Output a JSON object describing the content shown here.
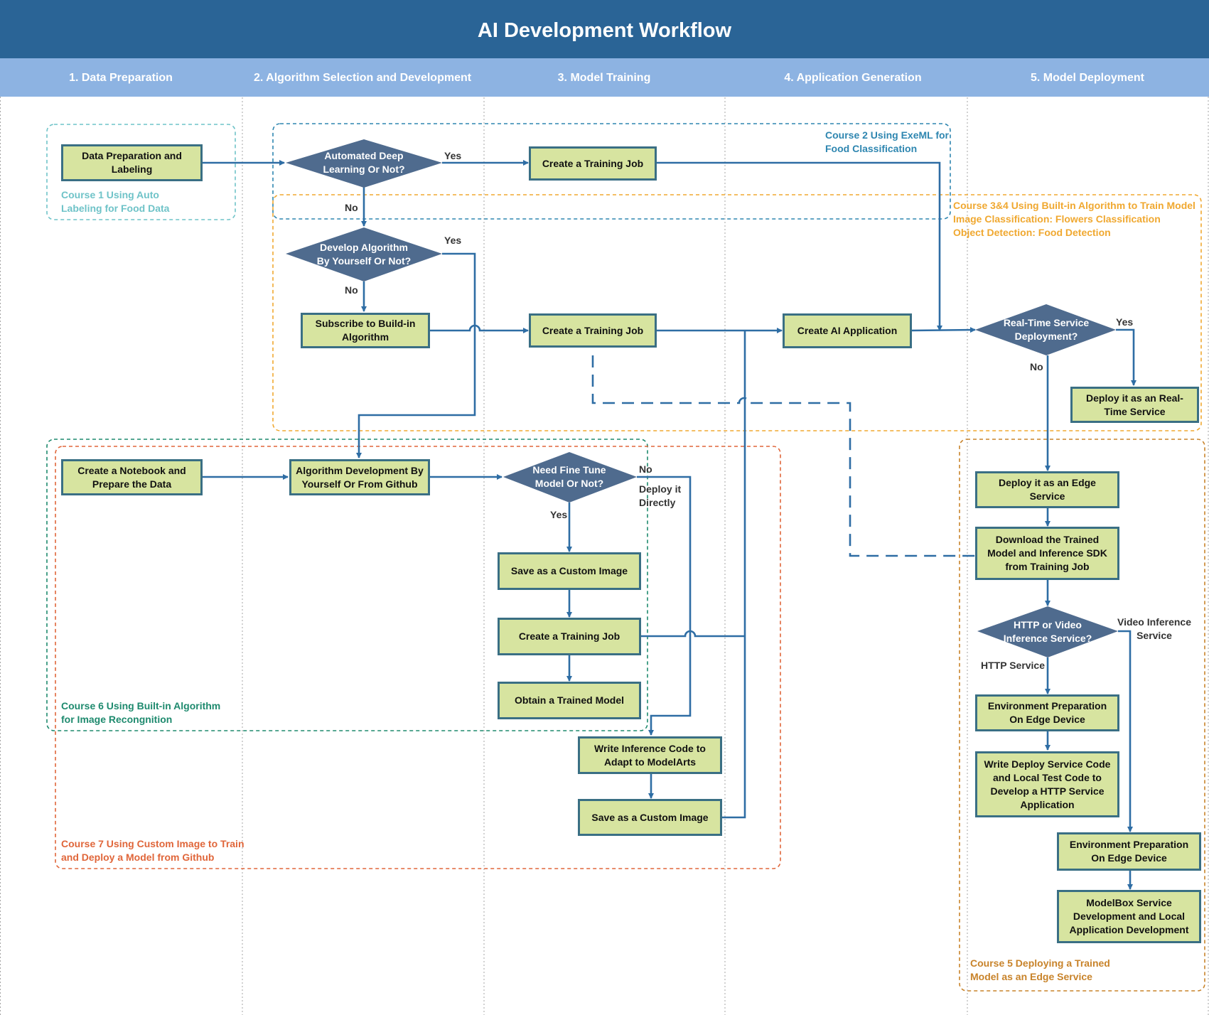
{
  "title": "AI Development Workflow",
  "phases": [
    "1. Data Preparation",
    "2. Algorithm Selection and Development",
    "3. Model Training",
    "4. Application Generation",
    "5. Model Deployment"
  ],
  "colors": {
    "header": "#2a6496",
    "phase_bar": "#8db3e2",
    "process_fill": "#d7e4a0",
    "process_border": "#3a6f84",
    "decision_fill": "#4f6b8e",
    "arrow": "#2e6da4",
    "course1": "#6fc3c8",
    "course2": "#2e86b0",
    "course34": "#f0a830",
    "course5": "#c8832a",
    "course6": "#1e8a6e",
    "course7": "#e0663a"
  },
  "courses": {
    "c1": "Course 1 Using Auto\nLabeling for Food Data",
    "c2": "Course 2 Using ExeML for\nFood Classification",
    "c34": "Course 3&4 Using Built-in Algorithm to Train Model\nImage Classification: Flowers Classification\nObject Detection: Food Detection",
    "c5": "Course 5 Deploying a Trained\nModel as an Edge Service",
    "c6": "Course 6 Using Built-in Algorithm\nfor Image Recongnition",
    "c7": "Course 7 Using Custom Image to Train\nand Deploy a Model from Github"
  },
  "nodes": {
    "data_prep": "Data Preparation and Labeling",
    "auto_dl": "Automated Deep Learning Or Not?",
    "train_job_1": "Create a Training Job",
    "develop_alg": "Develop Algorithm By Yourself Or Not?",
    "subscribe": "Subscribe to  Build-in Algorithm",
    "train_job_2": "Create a Training Job",
    "create_app": "Create AI Application",
    "realtime": "Real-Time Service Deployment?",
    "deploy_rt": "Deploy it as an Real-Time Service",
    "notebook": "Create a Notebook and Prepare the Data",
    "alg_dev": "Algorithm Development By Yourself Or From Github",
    "fine_tune": "Need Fine Tune Model Or Not?",
    "save_img_1": "Save as a Custom Image",
    "train_job_3": "Create a Training Job",
    "obtain_model": "Obtain a Trained Model",
    "write_infer": "Write Inference Code to Adapt to ModelArts",
    "save_img_2": "Save as a Custom Image",
    "deploy_edge": "Deploy it as an Edge Service",
    "download_sdk": "Download  the Trained Model and Inference SDK from Training Job",
    "http_video": "HTTP or Video Inference Service?",
    "env_prep_1": "Environment Preparation On Edge Device",
    "write_deploy": "Write Deploy Service Code and Local Test Code to Develop a HTTP Service Application",
    "env_prep_2": "Environment Preparation On Edge Device",
    "modelbox": "ModelBox Service Development and Local Application Development"
  },
  "labels": {
    "yes": "Yes",
    "no": "No",
    "deploy_directly": "Deploy it\nDirectly",
    "video_service": "Video Inference\nService",
    "http_service": "HTTP Service"
  }
}
